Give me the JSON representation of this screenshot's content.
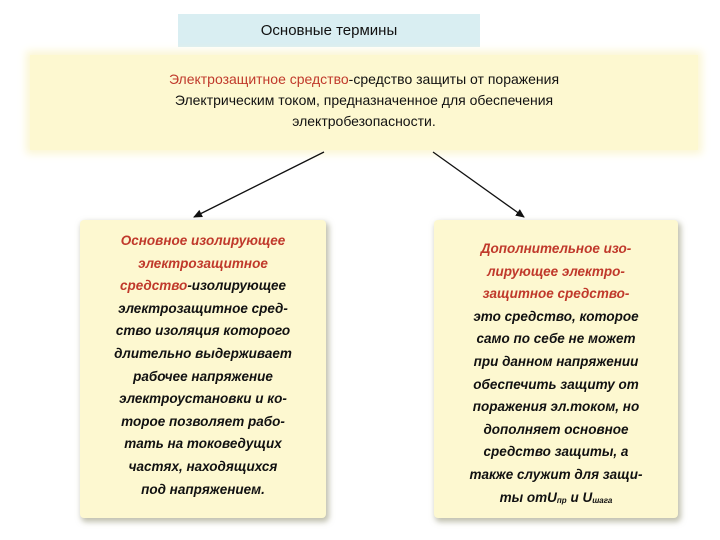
{
  "header": {
    "title": "Основные термины"
  },
  "definition": {
    "term": "Электрозащитное средство",
    "line1_rest": "-средство защиты от поражения",
    "line2": "Электрическим током, предназначенное для обеспечения",
    "line3": "электробезопасности."
  },
  "left_card": {
    "term_lines": [
      "Основное изолирующее",
      "электрозащитное",
      "средство"
    ],
    "rest_first": "-изолирующее",
    "body_lines": [
      "электрозащитное сред-",
      "ство изоляция которого",
      "длительно выдерживает",
      "рабочее напряжение",
      "электроустановки и ко-",
      "торое позволяет рабо-",
      "тать на токоведущих",
      "частях, находящихся",
      "под напряжением."
    ]
  },
  "right_card": {
    "term_lines": [
      "Дополнительное изо-",
      "лирующее электро-",
      "защитное средство"
    ],
    "term_suffix": "-",
    "body_lines": [
      "это средство, которое",
      "само по себе не может",
      "при данном напряжении",
      "обеспечить защиту от",
      "поражения эл.током, но",
      "дополняет основное",
      "средство защиты, а",
      "также служит для защи-"
    ],
    "last_line_prefix": "ты от",
    "u_symbol_1": "U",
    "sub_1": "пр",
    "last_line_and": " и ",
    "u_symbol_2": "U",
    "sub_2": "шага"
  },
  "colors": {
    "term_red": "#c0392b",
    "box_fill": "#fdf8d0",
    "title_fill": "#d9eef2"
  }
}
